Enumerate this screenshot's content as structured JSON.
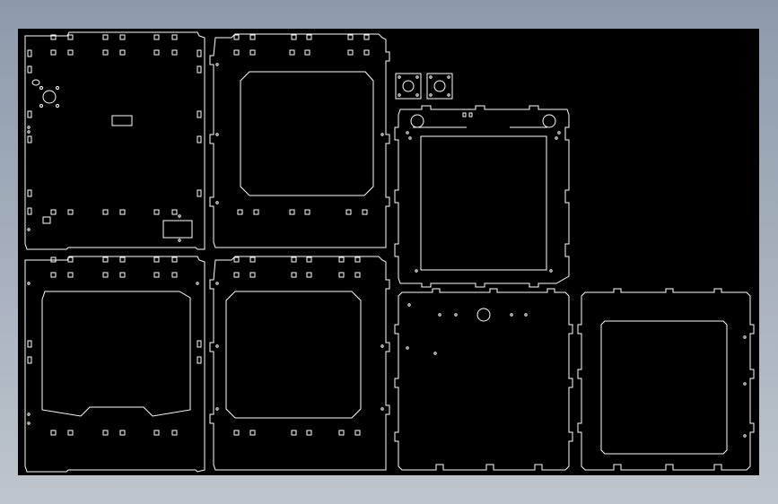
{
  "window": {
    "background_top": "#8d9aab",
    "background_bottom": "#bec5cd"
  },
  "viewport": {
    "background": "#000000",
    "line_color": "#ffffff"
  },
  "parts": [
    {
      "id": "panel-top-left",
      "kind": "side-panel",
      "cutout": "none"
    },
    {
      "id": "panel-top-middle",
      "kind": "side-panel",
      "cutout": "octagon-window"
    },
    {
      "id": "panel-center-tray",
      "kind": "base-plate",
      "cutout": "square-window"
    },
    {
      "id": "motor-mount-small-1",
      "kind": "bracket",
      "cutout": "round-hole"
    },
    {
      "id": "motor-mount-small-2",
      "kind": "bracket",
      "cutout": "round-hole"
    },
    {
      "id": "panel-bottom-left",
      "kind": "side-panel",
      "cutout": "door-window"
    },
    {
      "id": "panel-bottom-middle",
      "kind": "side-panel",
      "cutout": "octagon-window"
    },
    {
      "id": "panel-bottom-center",
      "kind": "top-plate",
      "cutout": "none"
    },
    {
      "id": "panel-bottom-right",
      "kind": "side-panel",
      "cutout": "square-window"
    }
  ]
}
